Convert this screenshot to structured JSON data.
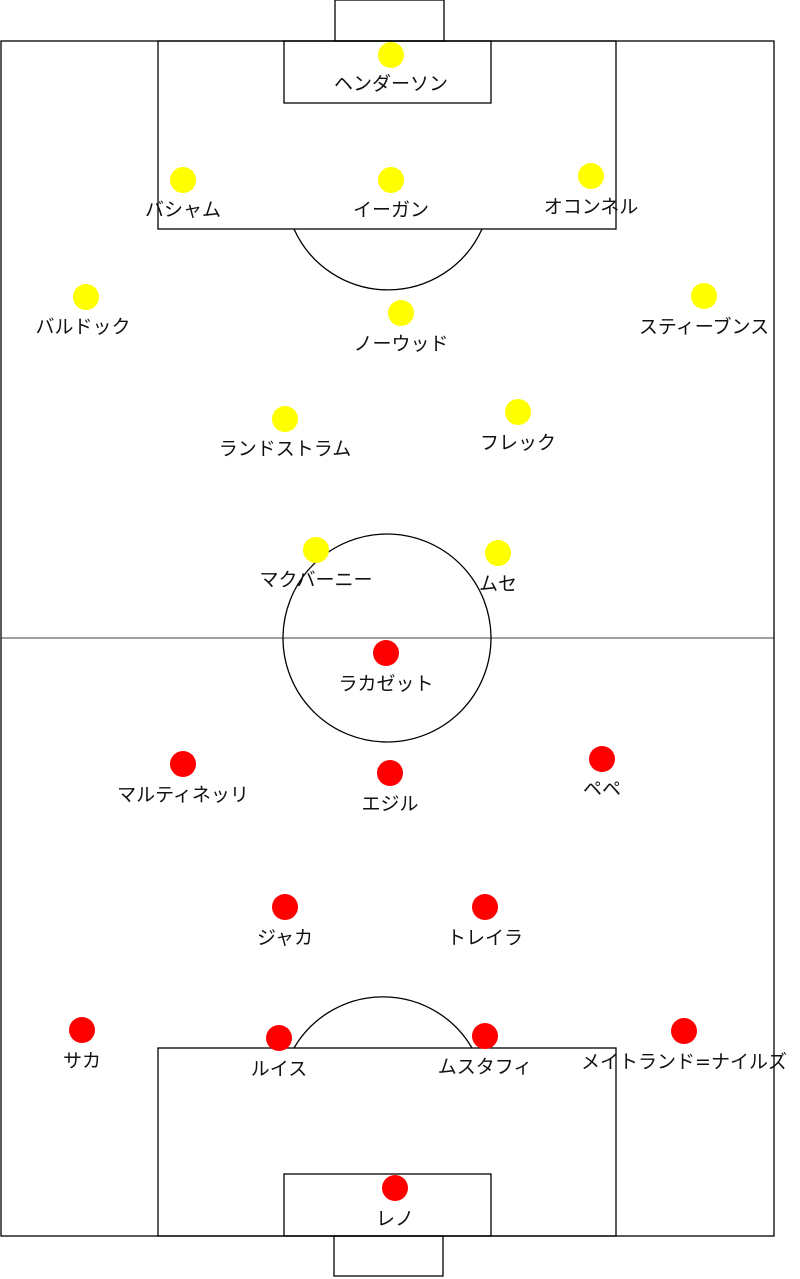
{
  "colors": {
    "background": "#ffffff",
    "lines": "#000000",
    "yellow_team": "#ffff00",
    "red_team": "#ff0000"
  },
  "teams": {
    "yellow": {
      "color": "#ffff00",
      "players": [
        {
          "name": "ヘンダーソン"
        },
        {
          "name": "バシャム"
        },
        {
          "name": "イーガン"
        },
        {
          "name": "オコンネル"
        },
        {
          "name": "バルドック"
        },
        {
          "name": "ノーウッド"
        },
        {
          "name": "スティーブンス"
        },
        {
          "name": "ランドストラム"
        },
        {
          "name": "フレック"
        },
        {
          "name": "マクバーニー"
        },
        {
          "name": "ムセ"
        }
      ]
    },
    "red": {
      "color": "#ff0000",
      "players": [
        {
          "name": "ラカゼット"
        },
        {
          "name": "マルティネッリ"
        },
        {
          "name": "エジル"
        },
        {
          "name": "ペペ"
        },
        {
          "name": "ジャカ"
        },
        {
          "name": "トレイラ"
        },
        {
          "name": "サカ"
        },
        {
          "name": "ルイス"
        },
        {
          "name": "ムスタフィ"
        },
        {
          "name": "メイトランド=ナイルズ"
        },
        {
          "name": "レノ"
        }
      ]
    }
  }
}
